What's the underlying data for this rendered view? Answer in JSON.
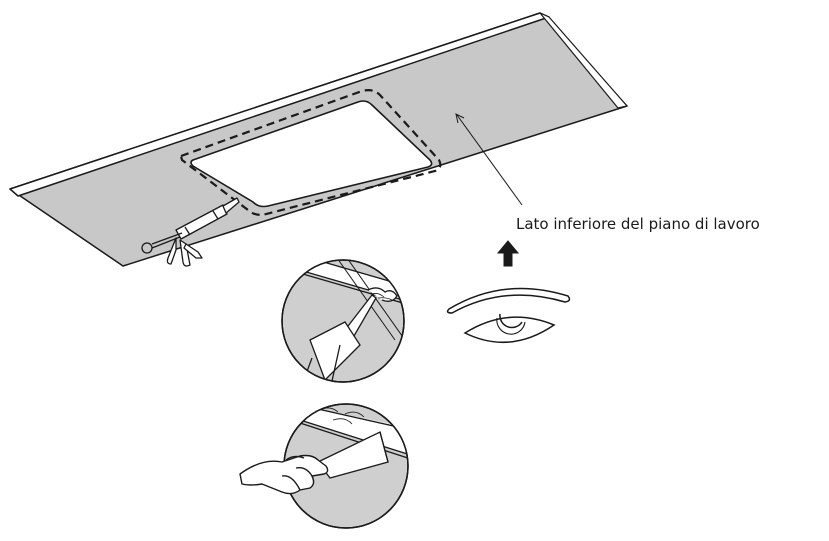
{
  "diagram": {
    "callout_label": "Lato inferiore del piano di lavoro",
    "colors": {
      "stroke": "#1a1a1a",
      "worktop": "#c8c8c8",
      "detail_fill": "#cfcfcf",
      "paper": "#ffffff"
    },
    "icons": [
      "worktop-underside",
      "sink-cutout",
      "sealant-gun",
      "up-arrow-icon",
      "eye-icon",
      "sealant-detail-circle",
      "spatula-detail-circle",
      "hand"
    ]
  }
}
